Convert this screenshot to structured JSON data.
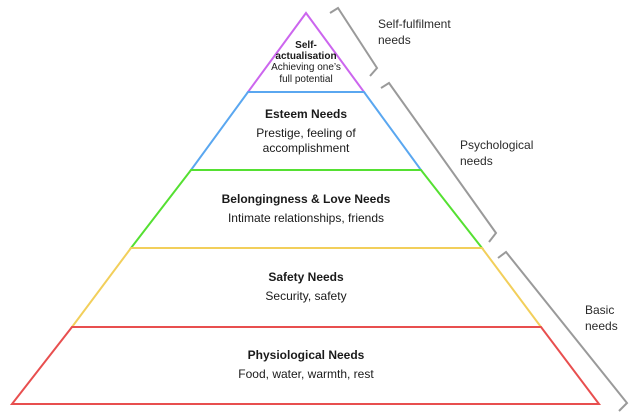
{
  "pyramid": {
    "levels": [
      {
        "title_line1": "Self-",
        "title_line2": "actualisation",
        "desc_line1": "Achieving one’s",
        "desc_line2": "full potential",
        "color": "#cc66ee"
      },
      {
        "title": "Esteem Needs",
        "desc_line1": "Prestige, feeling of",
        "desc_line2": "accomplishment",
        "color": "#5aa7f0"
      },
      {
        "title": "Belongingness & Love Needs",
        "desc": "Intimate relationships, friends",
        "color": "#55e032"
      },
      {
        "title": "Safety Needs",
        "desc": "Security, safety",
        "color": "#f2cf5b"
      },
      {
        "title": "Physiological Needs",
        "desc": "Food, water, warmth, rest",
        "color": "#e84f4f"
      }
    ]
  },
  "groups": [
    {
      "line1": "Self-fulfilment",
      "line2": "needs"
    },
    {
      "line1": "Psychological",
      "line2": "needs"
    },
    {
      "line1": "Basic",
      "line2": "needs"
    }
  ],
  "bracket_color": "#9a9a9a"
}
